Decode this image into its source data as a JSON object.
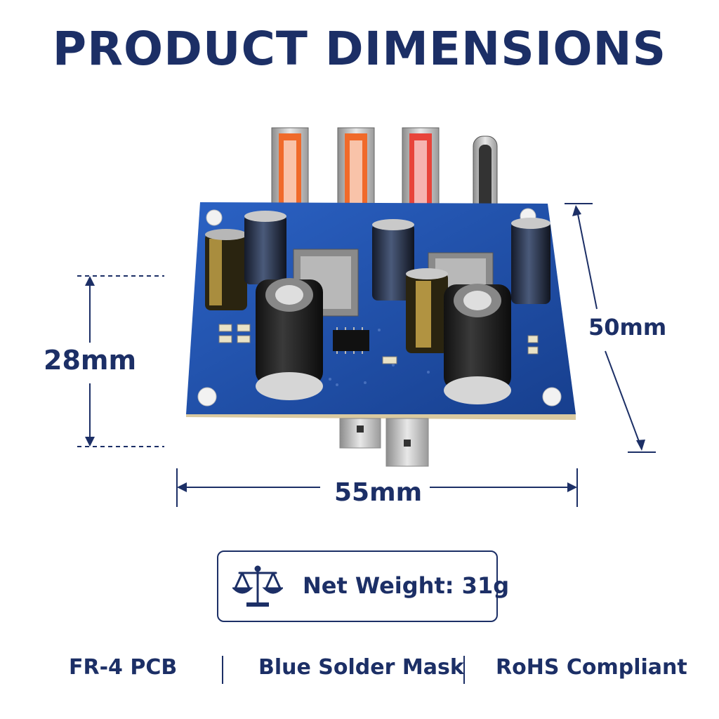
{
  "title": "PRODUCT DIMENSIONS",
  "dimensions": {
    "height": "28mm",
    "width": "55mm",
    "depth": "50mm"
  },
  "weight": {
    "label": "Net Weight: 31g",
    "icon": "balance-scale-icon"
  },
  "features": [
    "FR-4 PCB",
    "Blue Solder Mask",
    "RoHS Compliant"
  ],
  "colors": {
    "brand_navy": "#1c2f66",
    "pcb_blue": "#1f4fa8",
    "usb_orange": "#f06a2a",
    "usb_red": "#e8443a"
  }
}
